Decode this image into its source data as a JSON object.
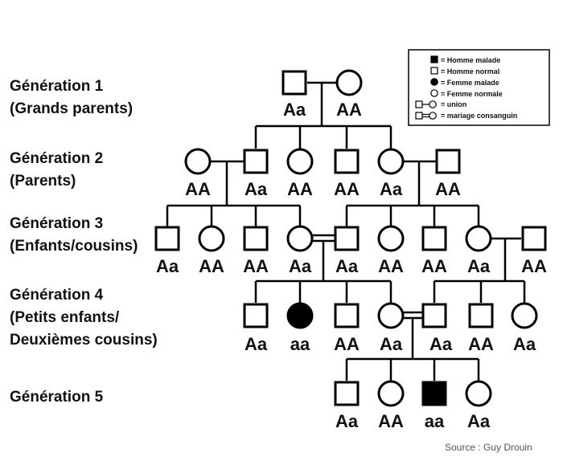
{
  "generations": [
    {
      "title": "Génération 1",
      "subtitle": "(Grands parents)"
    },
    {
      "title": "Génération 2",
      "subtitle": "(Parents)"
    },
    {
      "title": "Génération 3",
      "subtitle": "(Enfants/cousins)"
    },
    {
      "title": "Génération 4",
      "subtitle": "(Petits enfants/",
      "subtitle2": "Deuxièmes cousins)"
    },
    {
      "title": "Génération 5"
    }
  ],
  "legend": {
    "homme_malade": "= Homme malade",
    "homme_normal": "= Homme normal",
    "femme_malade": "= Femme malade",
    "femme_normale": "= Femme normale",
    "union": "= union",
    "mariage_consanguin": "= mariage consanguin"
  },
  "individuals": {
    "g1": [
      {
        "sex": "male",
        "affected": false,
        "genotype": "Aa"
      },
      {
        "sex": "female",
        "affected": false,
        "genotype": "AA"
      }
    ],
    "g2": [
      {
        "sex": "female",
        "affected": false,
        "genotype": "AA"
      },
      {
        "sex": "male",
        "affected": false,
        "genotype": "Aa"
      },
      {
        "sex": "female",
        "affected": false,
        "genotype": "AA"
      },
      {
        "sex": "male",
        "affected": false,
        "genotype": "AA"
      },
      {
        "sex": "female",
        "affected": false,
        "genotype": "Aa"
      },
      {
        "sex": "male",
        "affected": false,
        "genotype": "AA"
      }
    ],
    "g3": [
      {
        "sex": "male",
        "affected": false,
        "genotype": "Aa"
      },
      {
        "sex": "female",
        "affected": false,
        "genotype": "AA"
      },
      {
        "sex": "male",
        "affected": false,
        "genotype": "AA"
      },
      {
        "sex": "female",
        "affected": false,
        "genotype": "Aa"
      },
      {
        "sex": "male",
        "affected": false,
        "genotype": "Aa"
      },
      {
        "sex": "female",
        "affected": false,
        "genotype": "AA"
      },
      {
        "sex": "male",
        "affected": false,
        "genotype": "AA"
      },
      {
        "sex": "female",
        "affected": false,
        "genotype": "Aa"
      },
      {
        "sex": "male",
        "affected": false,
        "genotype": "AA"
      }
    ],
    "g4": [
      {
        "sex": "male",
        "affected": false,
        "genotype": "Aa"
      },
      {
        "sex": "female",
        "affected": true,
        "genotype": "aa"
      },
      {
        "sex": "male",
        "affected": false,
        "genotype": "AA"
      },
      {
        "sex": "female",
        "affected": false,
        "genotype": "Aa"
      },
      {
        "sex": "male",
        "affected": false,
        "genotype": "Aa"
      },
      {
        "sex": "male",
        "affected": false,
        "genotype": "AA"
      },
      {
        "sex": "female",
        "affected": false,
        "genotype": "Aa"
      }
    ],
    "g5": [
      {
        "sex": "male",
        "affected": false,
        "genotype": "Aa"
      },
      {
        "sex": "female",
        "affected": false,
        "genotype": "AA"
      },
      {
        "sex": "male",
        "affected": true,
        "genotype": "aa"
      },
      {
        "sex": "female",
        "affected": false,
        "genotype": "Aa"
      }
    ]
  },
  "source": "Source : Guy Drouin"
}
